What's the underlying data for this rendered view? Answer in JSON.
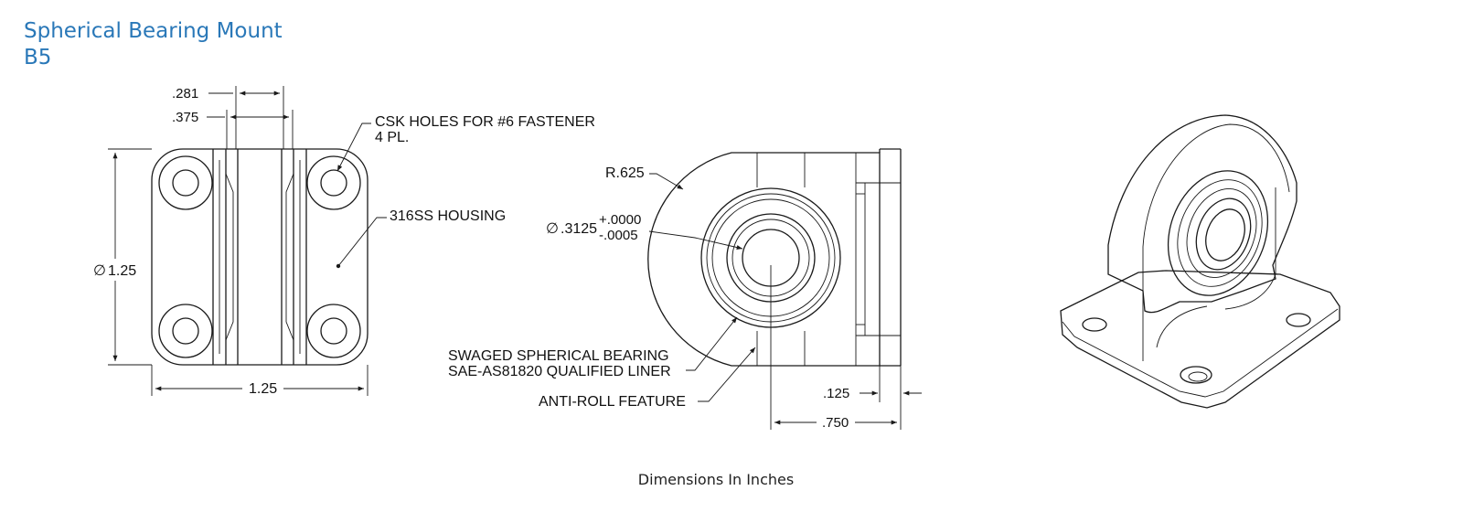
{
  "title": {
    "line1": "Spherical Bearing Mount",
    "line2": "B5"
  },
  "caption": "Dimensions In Inches",
  "labels": {
    "dim_281": ".281",
    "dim_375": ".375",
    "csk_line1": "CSK HOLES FOR #6 FASTENER",
    "csk_line2": "4 PL.",
    "housing": "316SS HOUSING",
    "dia_symbol": "∅",
    "height_125": "1.25",
    "width_125": "1.25",
    "radius": "R.625",
    "bore": ".3125",
    "tol_plus": "+.0000",
    "tol_minus": "-.0005",
    "bearing_line1": "SWAGED SPHERICAL BEARING",
    "bearing_line2": "SAE-AS81820 QUALIFIED LINER",
    "anti_roll": "ANTI-ROLL FEATURE",
    "dim_125b": ".125",
    "dim_750": ".750"
  },
  "colors": {
    "title": "#2a78b8",
    "line": "#1a1a1a"
  }
}
